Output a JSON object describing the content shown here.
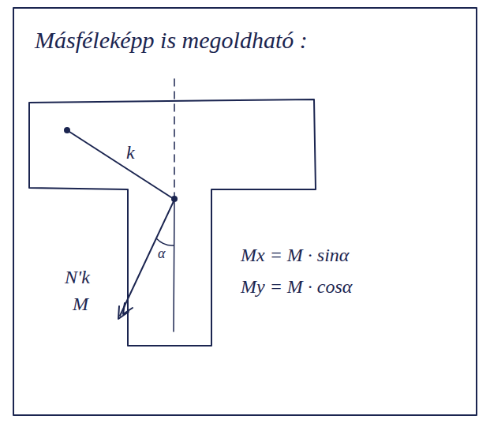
{
  "diagram": {
    "title": "Másféleképp is megoldható :",
    "labels": [
      "k",
      "α",
      "N'k",
      "M",
      "Mx = M · sinα",
      "My = M · cosα"
    ]
  }
}
